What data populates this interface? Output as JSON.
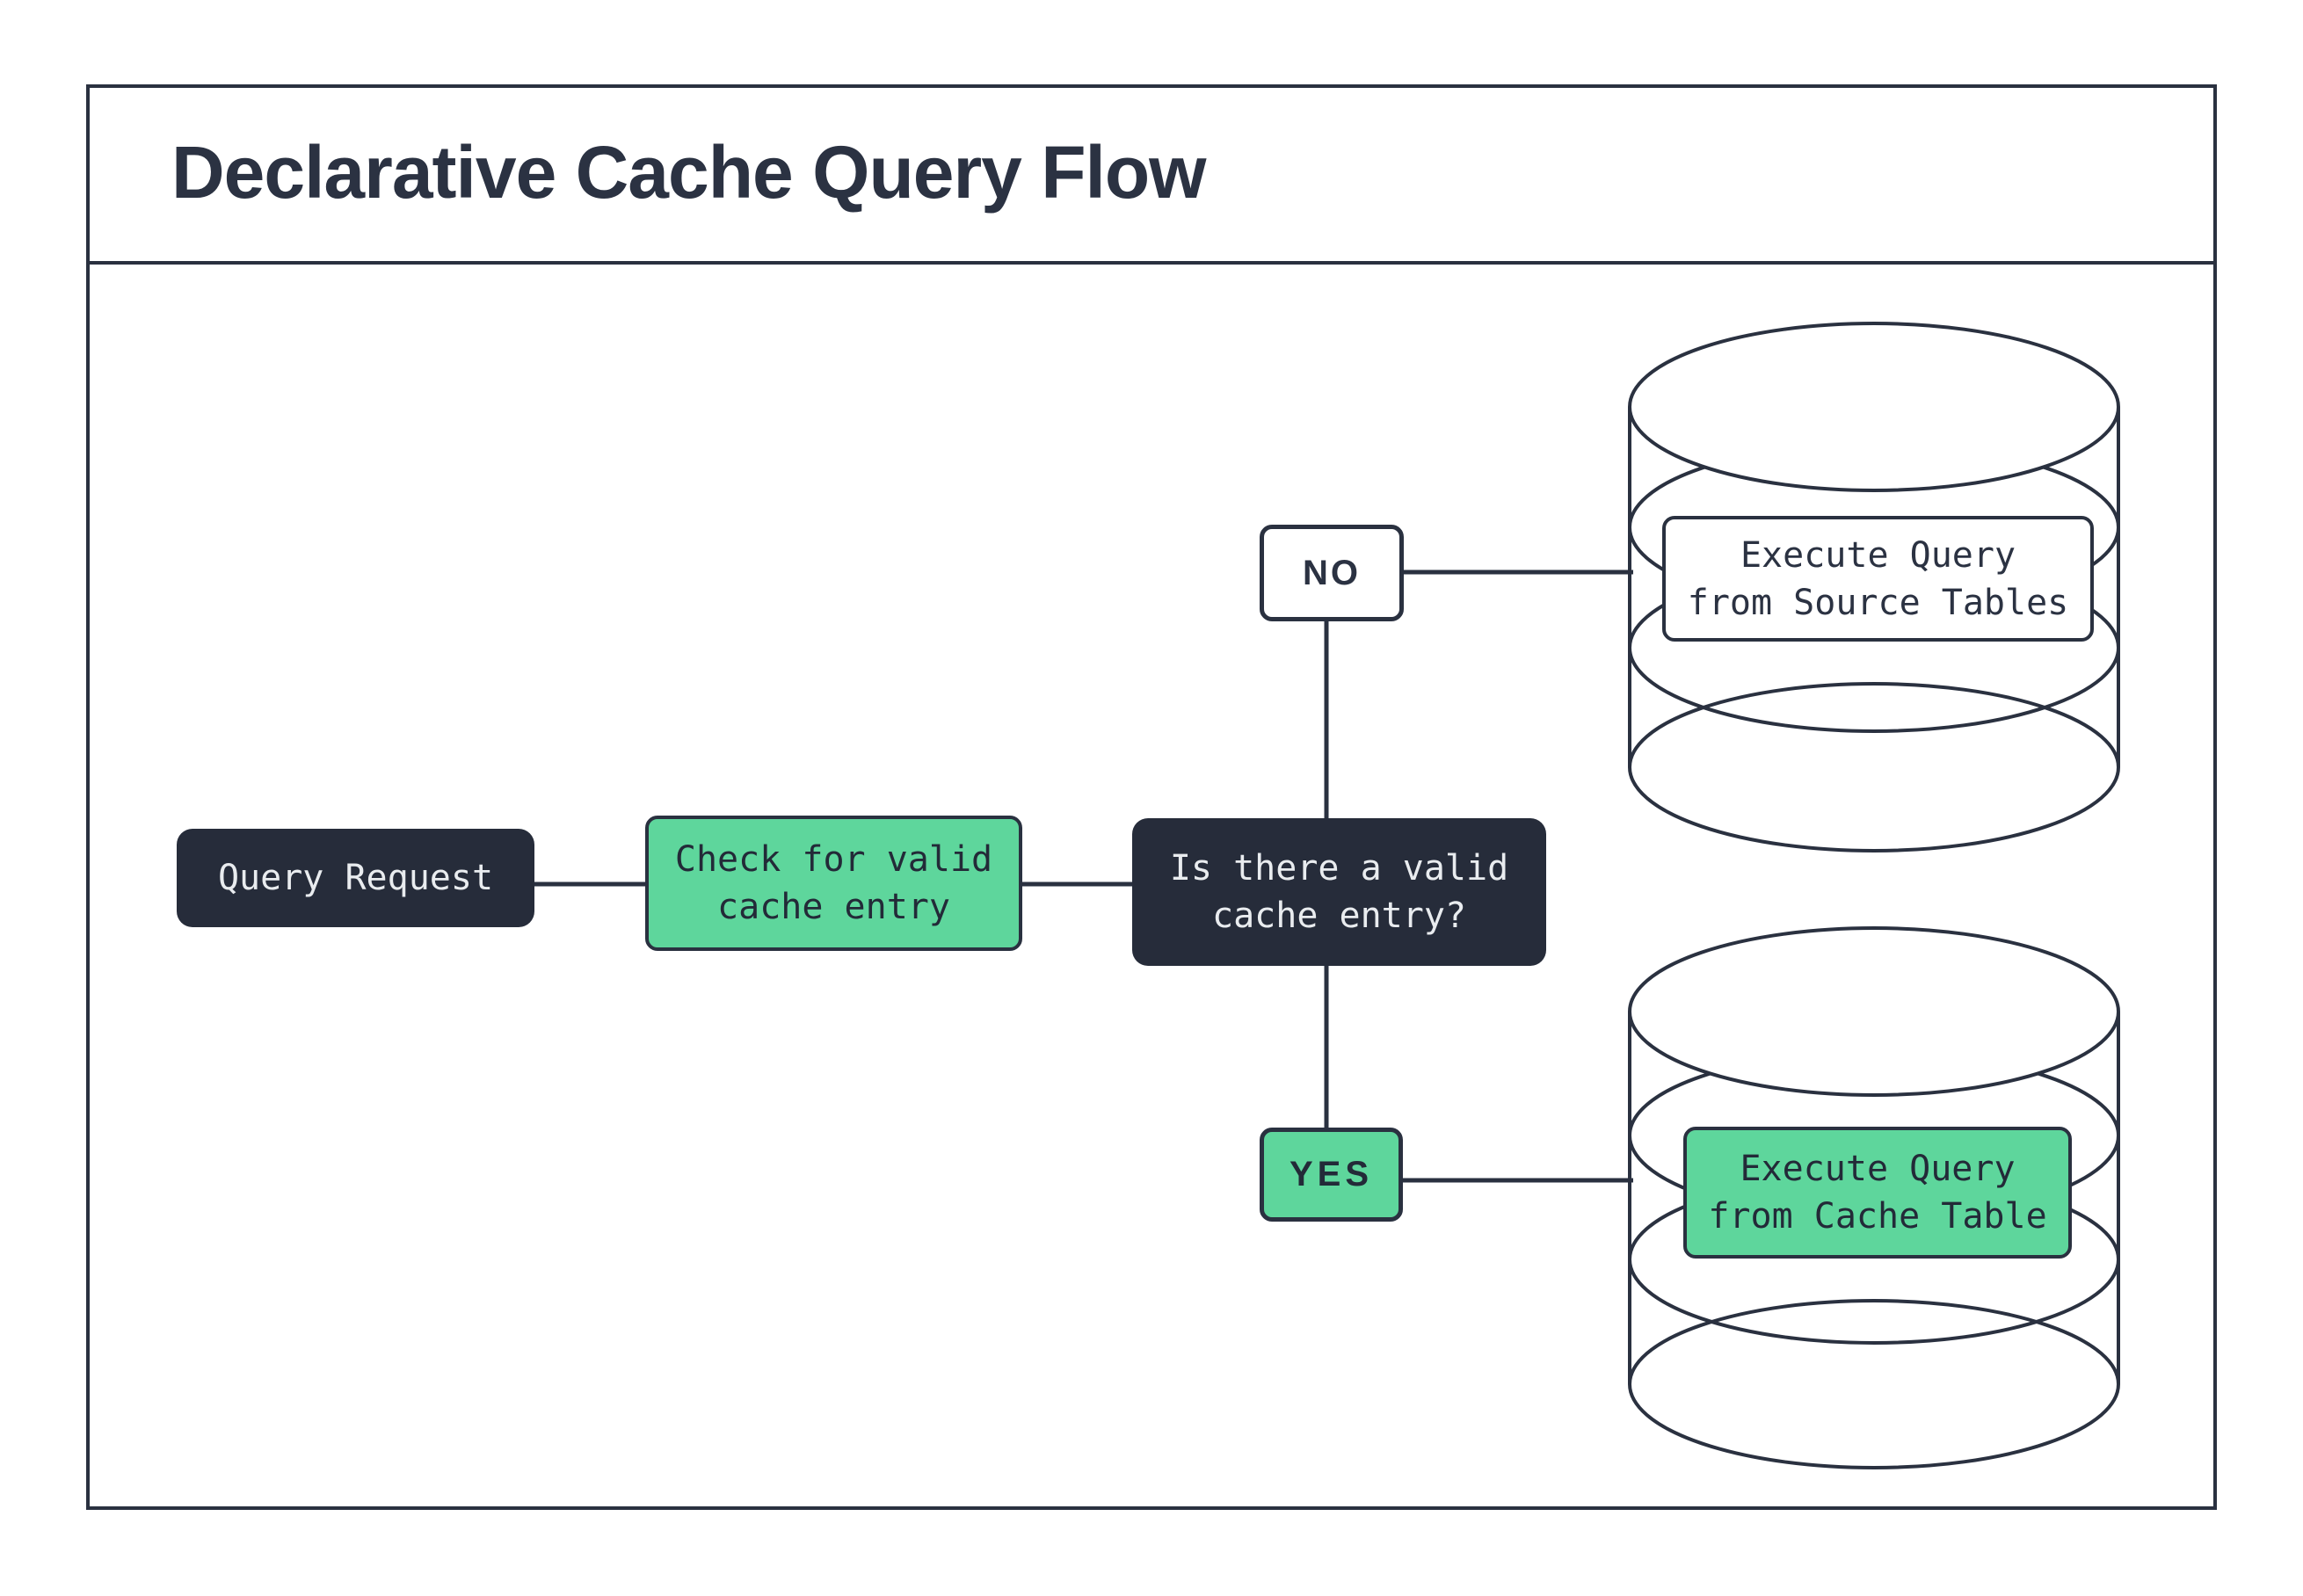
{
  "header": {
    "title": "Declarative Cache Query Flow"
  },
  "flow": {
    "query_request": "Query Request",
    "check_cache": "Check for valid\ncache entry",
    "decision": "Is there a valid\ncache entry?",
    "edge_no": "NO",
    "edge_yes": "YES",
    "source_db_action": "Execute Query\nfrom Source Tables",
    "cache_db_action": "Execute Query\nfrom Cache Table"
  },
  "icons": {
    "source_database": "database-cylinder-icon",
    "cache_database": "database-cylinder-icon"
  },
  "colors": {
    "dark_node_fill": "#262c3a",
    "green_node_fill": "#5ed69c",
    "stroke": "#2a3140",
    "light_text": "#e9ecef",
    "dark_text": "#2b3242",
    "background": "#ffffff"
  }
}
